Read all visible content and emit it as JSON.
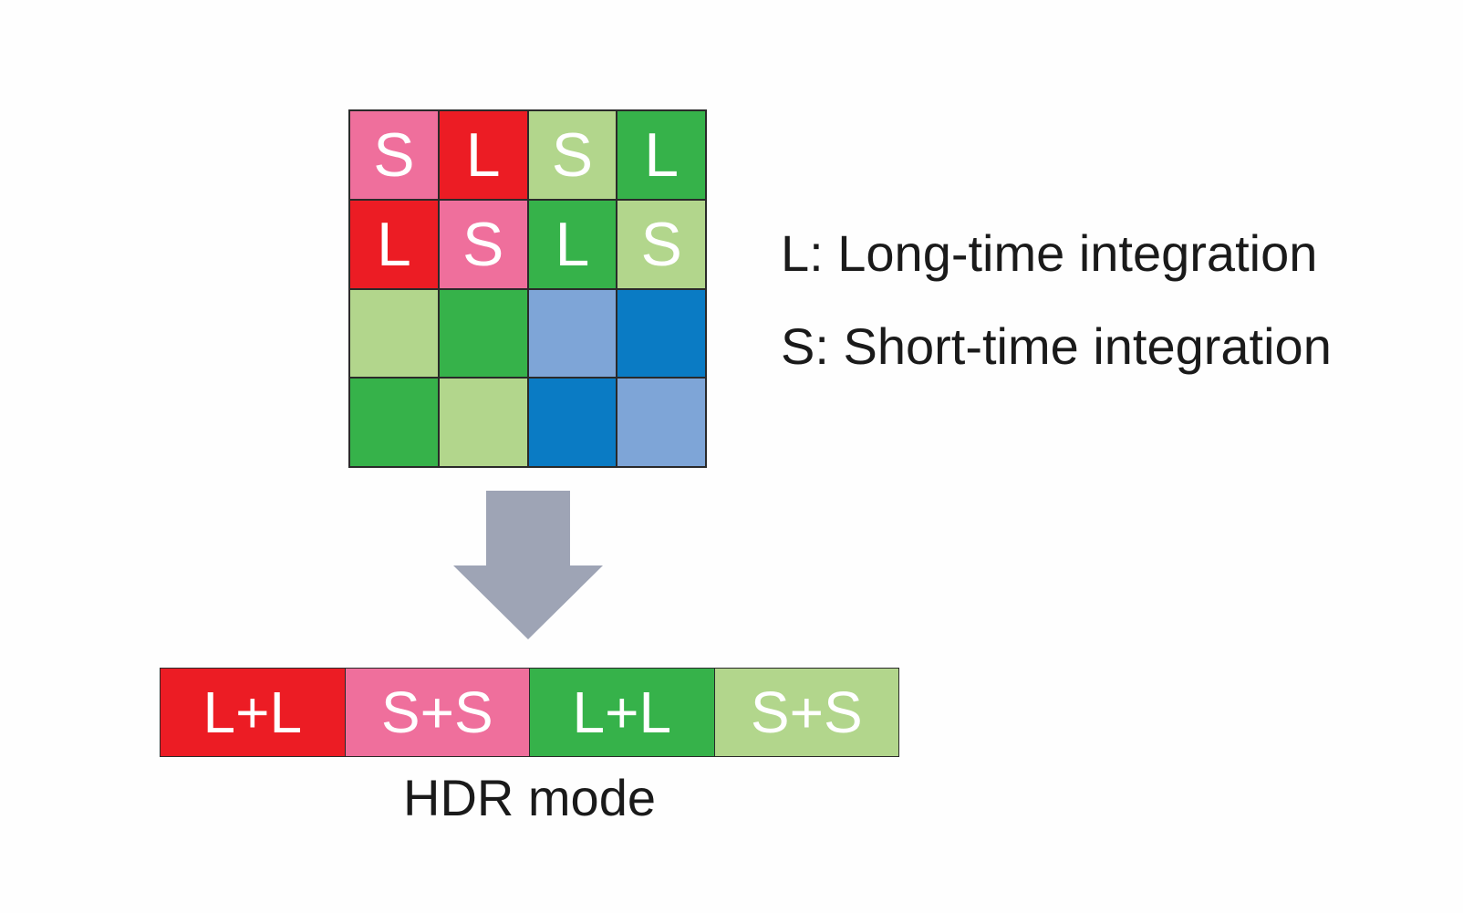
{
  "pixel_grid": {
    "cells": [
      [
        {
          "label": "S",
          "color": "#ef6f9c"
        },
        {
          "label": "L",
          "color": "#ec1c24"
        },
        {
          "label": "S",
          "color": "#b2d68c"
        },
        {
          "label": "L",
          "color": "#36b24a"
        }
      ],
      [
        {
          "label": "L",
          "color": "#ec1c24"
        },
        {
          "label": "S",
          "color": "#ef6f9c"
        },
        {
          "label": "L",
          "color": "#36b24a"
        },
        {
          "label": "S",
          "color": "#b2d68c"
        }
      ],
      [
        {
          "label": "",
          "color": "#b2d68c"
        },
        {
          "label": "",
          "color": "#36b24a"
        },
        {
          "label": "",
          "color": "#7ea5d7"
        },
        {
          "label": "",
          "color": "#0a7bc4"
        }
      ],
      [
        {
          "label": "",
          "color": "#36b24a"
        },
        {
          "label": "",
          "color": "#b2d68c"
        },
        {
          "label": "",
          "color": "#0a7bc4"
        },
        {
          "label": "",
          "color": "#7ea5d7"
        }
      ]
    ]
  },
  "legend": {
    "long": "L: Long-time integration",
    "short": "S: Short-time integration"
  },
  "arrow_color": "#9ea4b5",
  "hdr_bar": {
    "cells": [
      {
        "label": "L+L",
        "color": "#ec1c24"
      },
      {
        "label": "S+S",
        "color": "#ef6f9c"
      },
      {
        "label": "L+L",
        "color": "#36b24a"
      },
      {
        "label": "S+S",
        "color": "#b2d68c"
      }
    ],
    "caption": "HDR mode"
  }
}
